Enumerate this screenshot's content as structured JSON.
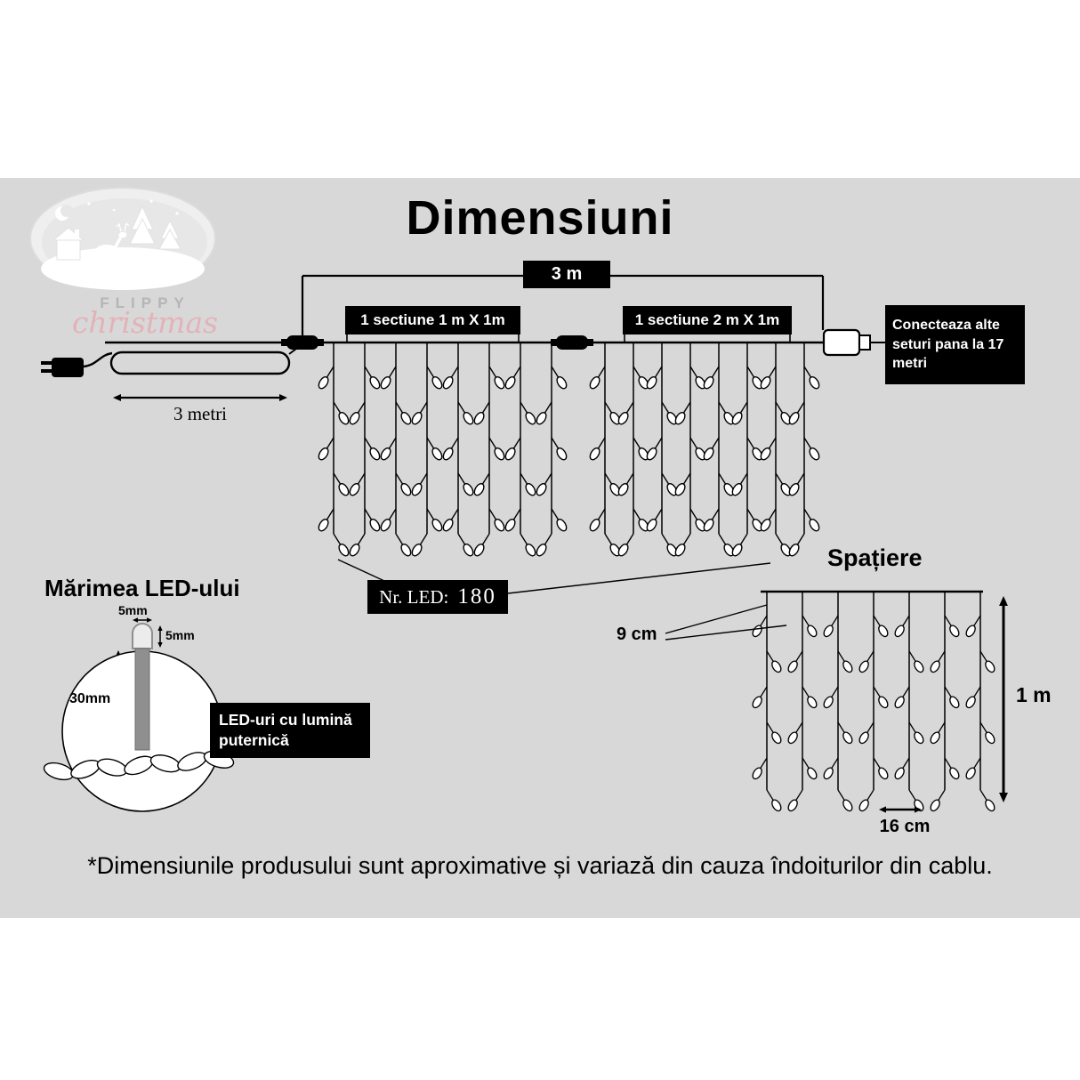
{
  "title": "Dimensiuni",
  "logo": {
    "brand_top": "FLIPPY",
    "brand_bottom": "christmas"
  },
  "dimensions": {
    "total_width": "3 m",
    "section1": "1 sectiune 1 m X 1m",
    "section2": "1 sectiune 2 m X 1m",
    "connect_note": "Conecteaza alte seturi pana la 17 metri",
    "lead_length": "3 metri",
    "led_count_label": "Nr. LED:",
    "led_count": "180"
  },
  "spacing": {
    "title": "Spațiere",
    "top_gap": "9 cm",
    "height": "1 m",
    "led_gap": "16 cm"
  },
  "led_size": {
    "title": "Mărimea LED-ului",
    "cap_width": "5mm",
    "cap_height": "5mm",
    "body_height": "30mm",
    "note": "LED-uri cu lumină puternică"
  },
  "footer": {
    "disclaimer": "*Dimensiunile produsului sunt aproximative și variază din cauza îndoiturilor din cablu."
  },
  "colors": {
    "background": "#d8d8d8",
    "label_bg": "#000000",
    "label_text": "#ffffff"
  }
}
